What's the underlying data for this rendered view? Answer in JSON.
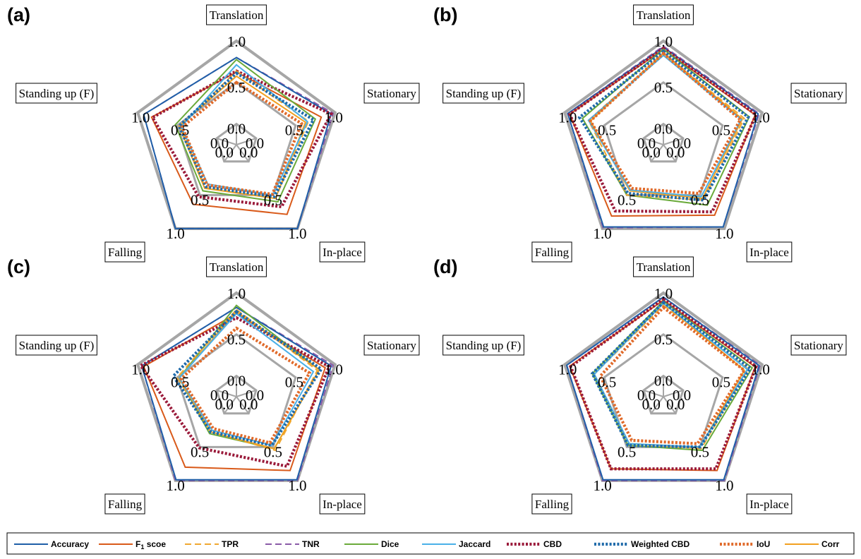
{
  "chart_data": [
    {
      "type": "radar",
      "panel_label": "(a)",
      "axes": [
        "Translation",
        "Stationary",
        "In-place",
        "Falling",
        "Standing up (F)"
      ],
      "rlim": [
        0,
        1
      ],
      "ticks": [
        "0.0",
        "0.5",
        "1.0"
      ],
      "series": [
        {
          "name": "Accuracy",
          "values": [
            0.84,
            0.96,
            1.0,
            1.0,
            0.94
          ]
        },
        {
          "name": "F1 scoe",
          "values": [
            0.7,
            0.86,
            0.83,
            0.71,
            0.86
          ]
        },
        {
          "name": "TPR",
          "values": [
            0.71,
            0.73,
            0.64,
            0.51,
            0.57
          ]
        },
        {
          "name": "TNR",
          "values": [
            0.84,
            0.98,
            1.0,
            1.0,
            0.94
          ]
        },
        {
          "name": "Dice",
          "values": [
            0.82,
            0.8,
            0.68,
            0.55,
            0.62
          ]
        },
        {
          "name": "Jaccard",
          "values": [
            0.77,
            0.72,
            0.6,
            0.47,
            0.56
          ]
        },
        {
          "name": "CBD",
          "values": [
            0.71,
            0.96,
            0.74,
            0.62,
            0.85
          ]
        },
        {
          "name": "Weighted CBD",
          "values": [
            0.69,
            0.78,
            0.62,
            0.5,
            0.58
          ]
        },
        {
          "name": "IoU",
          "values": [
            0.6,
            0.66,
            0.59,
            0.48,
            0.55
          ]
        },
        {
          "name": "Corr",
          "values": [
            0.66,
            0.7,
            0.64,
            0.52,
            0.58
          ]
        }
      ]
    },
    {
      "type": "radar",
      "panel_label": "(b)",
      "axes": [
        "Translation",
        "Stationary",
        "In-place",
        "Falling",
        "Standing up (F)"
      ],
      "rlim": [
        0,
        1
      ],
      "ticks": [
        "0.0",
        "0.5",
        "1.0"
      ],
      "series": [
        {
          "name": "Accuracy",
          "values": [
            0.94,
            0.96,
            0.98,
            0.98,
            0.97
          ]
        },
        {
          "name": "F1 scoe",
          "values": [
            0.92,
            0.93,
            0.84,
            0.85,
            0.95
          ]
        },
        {
          "name": "TPR",
          "values": [
            0.88,
            0.82,
            0.66,
            0.6,
            0.76
          ]
        },
        {
          "name": "TNR",
          "values": [
            0.95,
            0.97,
            0.98,
            0.99,
            0.97
          ]
        },
        {
          "name": "Dice",
          "values": [
            0.92,
            0.87,
            0.72,
            0.6,
            0.82
          ]
        },
        {
          "name": "Jaccard",
          "values": [
            0.86,
            0.79,
            0.62,
            0.54,
            0.76
          ]
        },
        {
          "name": "CBD",
          "values": [
            0.93,
            0.94,
            0.8,
            0.79,
            0.95
          ]
        },
        {
          "name": "Weighted CBD",
          "values": [
            0.9,
            0.86,
            0.66,
            0.58,
            0.85
          ]
        },
        {
          "name": "IoU",
          "values": [
            0.88,
            0.78,
            0.58,
            0.52,
            0.74
          ]
        },
        {
          "name": "Corr",
          "values": [
            0.88,
            0.8,
            0.64,
            0.55,
            0.74
          ]
        }
      ]
    },
    {
      "type": "radar",
      "panel_label": "(c)",
      "axes": [
        "Translation",
        "Stationary",
        "In-place",
        "Falling",
        "Standing up (F)"
      ],
      "rlim": [
        0,
        1
      ],
      "ticks": [
        "0.0",
        "0.5",
        "1.0"
      ],
      "series": [
        {
          "name": "Accuracy",
          "values": [
            0.86,
            0.96,
            0.99,
            0.99,
            0.96
          ]
        },
        {
          "name": "F1 scoe",
          "values": [
            0.8,
            0.9,
            0.88,
            0.84,
            0.94
          ]
        },
        {
          "name": "TPR",
          "values": [
            0.84,
            0.82,
            0.64,
            0.42,
            0.6
          ]
        },
        {
          "name": "TNR",
          "values": [
            0.86,
            0.98,
            1.0,
            1.0,
            0.96
          ]
        },
        {
          "name": "Dice",
          "values": [
            0.88,
            0.84,
            0.62,
            0.44,
            0.58
          ]
        },
        {
          "name": "Jaccard",
          "values": [
            0.8,
            0.78,
            0.58,
            0.4,
            0.58
          ]
        },
        {
          "name": "CBD",
          "values": [
            0.76,
            0.94,
            0.83,
            0.61,
            0.97
          ]
        },
        {
          "name": "Weighted CBD",
          "values": [
            0.82,
            0.86,
            0.58,
            0.42,
            0.64
          ]
        },
        {
          "name": "IoU",
          "values": [
            0.66,
            0.74,
            0.55,
            0.38,
            0.56
          ]
        },
        {
          "name": "Corr",
          "values": [
            0.82,
            0.84,
            0.62,
            0.42,
            0.58
          ]
        }
      ]
    },
    {
      "type": "radar",
      "panel_label": "(d)",
      "axes": [
        "Translation",
        "Stationary",
        "In-place",
        "Falling",
        "Standing up (F)"
      ],
      "rlim": [
        0,
        1
      ],
      "ticks": [
        "0.0",
        "0.5",
        "1.0"
      ],
      "series": [
        {
          "name": "Accuracy",
          "values": [
            0.96,
            0.97,
            0.99,
            0.99,
            0.98
          ]
        },
        {
          "name": "F1 scoe",
          "values": [
            0.93,
            0.93,
            0.88,
            0.86,
            0.95
          ]
        },
        {
          "name": "TPR",
          "values": [
            0.88,
            0.86,
            0.62,
            0.56,
            0.7
          ]
        },
        {
          "name": "TNR",
          "values": [
            0.96,
            0.98,
            1.0,
            1.0,
            0.98
          ]
        },
        {
          "name": "Dice",
          "values": [
            0.92,
            0.9,
            0.64,
            0.58,
            0.72
          ]
        },
        {
          "name": "Jaccard",
          "values": [
            0.9,
            0.85,
            0.6,
            0.56,
            0.7
          ]
        },
        {
          "name": "CBD",
          "values": [
            0.94,
            0.94,
            0.86,
            0.86,
            0.94
          ]
        },
        {
          "name": "Weighted CBD",
          "values": [
            0.91,
            0.88,
            0.6,
            0.58,
            0.72
          ]
        },
        {
          "name": "IoU",
          "values": [
            0.86,
            0.82,
            0.56,
            0.52,
            0.64
          ]
        },
        {
          "name": "Corr",
          "values": [
            0.9,
            0.82,
            0.6,
            0.56,
            0.7
          ]
        }
      ]
    }
  ],
  "legend": {
    "items": [
      {
        "name": "Accuracy",
        "label": "Accuracy",
        "color": "#1f5fa8",
        "style": "solid"
      },
      {
        "name": "F1 scoe",
        "label": "F",
        "sub": "1",
        "rest": " scoe",
        "color": "#d95a1a",
        "style": "solid"
      },
      {
        "name": "TPR",
        "label": "TPR",
        "color": "#f0a830",
        "style": "dashed"
      },
      {
        "name": "TNR",
        "label": "TNR",
        "color": "#8a5aa8",
        "style": "dashed"
      },
      {
        "name": "Dice",
        "label": "Dice",
        "color": "#6aaa3a",
        "style": "solid"
      },
      {
        "name": "Jaccard",
        "label": "Jaccard",
        "color": "#4ab0e8",
        "style": "solid"
      },
      {
        "name": "CBD",
        "label": "CBD",
        "color": "#9a1a3a",
        "style": "dotted"
      },
      {
        "name": "Weighted CBD",
        "label": "Weighted CBD",
        "color": "#1f6aaa",
        "style": "dotted"
      },
      {
        "name": "IoU",
        "label": "IoU",
        "color": "#e06a2a",
        "style": "dotted"
      },
      {
        "name": "Corr",
        "label": "Corr",
        "color": "#f2a020",
        "style": "solid"
      }
    ]
  }
}
